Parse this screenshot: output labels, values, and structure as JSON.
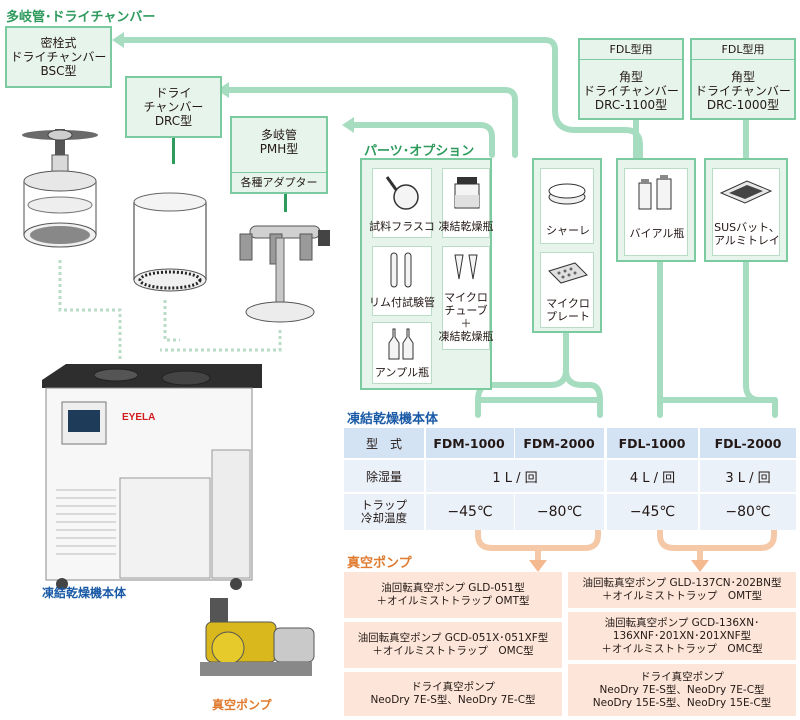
{
  "titles": {
    "manifold_chamber": "多岐管･ドライチャンバー",
    "parts_options": "パーツ･オプション",
    "main_unit_section": "凍結乾燥機本体",
    "vacuum_pump_section": "真空ポンプ",
    "main_unit_caption": "凍結乾燥機本体",
    "pump_caption": "真空ポンプ"
  },
  "chambers": {
    "bsc": [
      "密栓式",
      "ドライチャンバー",
      "BSC型"
    ],
    "drc": [
      "ドライ",
      "チャンバー",
      "DRC型"
    ],
    "pmh": [
      "多岐管",
      "PMH型"
    ],
    "pmh_adapter": "各種アダプター",
    "drc1100": {
      "tag": "FDL型用",
      "lines": [
        "角型",
        "ドライチャンバー",
        "DRC-1100型"
      ]
    },
    "drc1000": {
      "tag": "FDL型用",
      "lines": [
        "角型",
        "ドライチャンバー",
        "DRC-1000型"
      ]
    }
  },
  "parts": {
    "flask": "試料フラスコ",
    "dry_bottle": "凍結乾燥瓶",
    "rim_tube": "リム付試験管",
    "micro_tube": [
      "マイクロ",
      "チューブ",
      "＋",
      "凍結乾燥瓶"
    ],
    "ampoule": "アンプル瓶",
    "petri": "シャーレ",
    "microplate": [
      "マイクロ",
      "プレート"
    ],
    "vial": "バイアル瓶",
    "sus": [
      "SUSバット、",
      "アルミトレイ"
    ]
  },
  "unit_brand": "EYELA",
  "spec_table": {
    "header_label": "型　式",
    "models": [
      "FDM-1000",
      "FDM-2000",
      "FDL-1000",
      "FDL-2000"
    ],
    "capacity_label": "除湿量",
    "capacity_fdm": "1 L / 回",
    "capacity_fdl1000": "4 L / 回",
    "capacity_fdl2000": "3 L / 回",
    "temp_label": [
      "トラップ",
      "冷却温度"
    ],
    "temps": [
      "−45℃",
      "−80℃",
      "−45℃",
      "−80℃"
    ]
  },
  "pumps_left": [
    [
      "油回転真空ポンプ GLD-051型",
      "＋オイルミストトラップ OMT型"
    ],
    [
      "油回転真空ポンプ GCD-051X･051XF型",
      "＋オイルミストトラップ　OMC型"
    ],
    [
      "ドライ真空ポンプ",
      "NeoDry 7E-S型、NeoDry 7E-C型"
    ]
  ],
  "pumps_right": [
    [
      "油回転真空ポンプ GLD-137CN･202BN型",
      "＋オイルミストトラップ　OMT型"
    ],
    [
      "油回転真空ポンプ GCD-136XN･",
      "136XNF･201XN･201XNF型",
      "＋オイルミストトラップ　OMC型"
    ],
    [
      "ドライ真空ポンプ",
      "NeoDry 7E-S型、NeoDry 7E-C型",
      "NeoDry 15E-S型、NeoDry 15E-C型"
    ]
  ],
  "colors": {
    "green_line": "#a6dcc0",
    "green_box": "#e7f4ec",
    "table_header": "#d4e3f3",
    "table_row": "#eaf1f9",
    "pump_box": "#fde6d9",
    "orange": "#f5b990"
  }
}
